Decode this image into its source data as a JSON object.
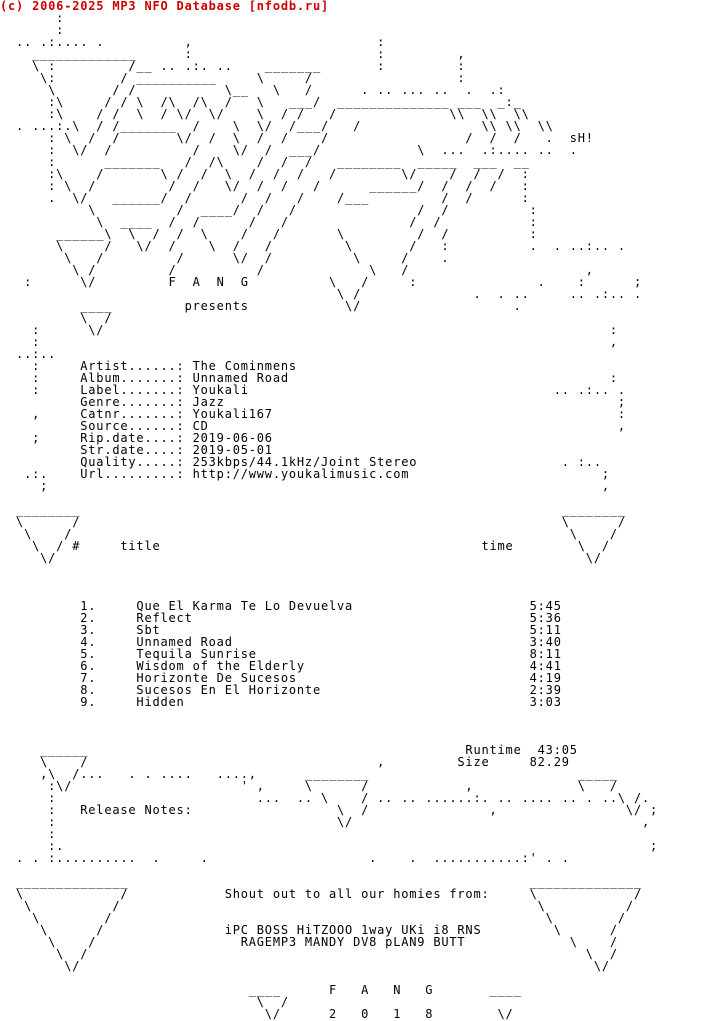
{
  "banner": "(c) 2006-2025 MP3 NFO Database [nfodb.ru]",
  "nfo_lines": [
    "       :",
    "       :",
    "  .. .:.... .          ,                       :",
    "    _____________      :                       :         ,",
    "    \\ :         /__ .. .:. ..    _______       :         :",
    "     \\:        / __________     \\     /                  :",
    "      \\       / /           \\__   \\   /      . .. ... ..  .  .:",
    "      :\\     / / \\  /\\  /\\  /   \\   ___/  ______________ ___  _:_",
    "      :\\    / /  \\  / \\/  \\/    \\  / /   /              \\\\  \\\\  \\\\",
    "  . ...:.\\  / /_______  /    \\  \\/  /___/   /               \\\\ \\\\  \\\\",
    "      : \\  /  /       \\/  /  \\  /  /    /                 /  /  /   .  sH!",
    "      :  \\/  /          /    \\/  /  ___/            \\  ...  .:.... ..  .",
    "      :      _______   /  /\\    /  /  /   ________  _____  ___  __",
    "      :\\    /       \\ /  /  \\  /  /  /   /        \\/    /  /  /  :",
    "      : \\  /         /  /   \\/  /  /   /      ______/  /  /  /   :",
    "      .  \\/   ______/  /      /  /   /    /___         /  /      :",
    "           \\          /  ____/  /   /               /  /          :",
    "            \\  ____  /  /      /   /               /  /           :",
    "       ______\\  \\  /  /  \\    /   /       \\         /  /          :",
    "       \\     /   \\/  /    \\  /   /         \\       /   :          .  . ..:.. .",
    "        \\   /         /      \\/  /          \\     /    .",
    "         \\ /         /          /             \\   /                      ,",
    "   :      \\/         F  A  N  G          \\   /     :               .    :      ;",
    "                                          \\ /              .  . ..     .. .:.. .",
    "          ____         presents            \\/                   .",
    "          \\  /",
    "    :      \\/                                                               :",
    "    :                                                                       ,",
    "  ..:..",
    "    :     Artist......: The Cominmens",
    "    :     Album.......: Unnamed Road                                        :",
    "    :     Label.......: Youkali                                      .. .:.. .",
    "          Genre.......: Jazz                                                 ;",
    "    ,     Catnr.......: Youkali167                                           :",
    "          Source......: CD                                                   ,",
    "    ;     Rip.date....: 2019-06-06",
    "          Str.date....: 2019-05-01",
    "          Quality.....: 253kbps/44.1kHz/Joint Stereo                  . :..",
    "   .:.    Url.........: http://www.youkalimusic.com                        ;",
    "     ;                                                                     ,",
    "",
    "  ________                                                            ________",
    "  \\      /                                                            \\      /",
    "   \\    /                                                              \\    /",
    "    \\  / #     title                                        time        \\  /",
    "     \\/                                                                  \\/",
    "",
    "",
    "",
    "          1.     Que El Karma Te Lo Devuelva                      5:45",
    "          2.     Reflect                                          5:36",
    "          3.     Sbt                                              5:11",
    "          4.     Unnamed Road                                     3:40",
    "          5.     Tequila Sunrise                                  8:11",
    "          6.     Wisdom of the Elderly                            4:41",
    "          7.     Horizonte De Sucesos                             4:19",
    "          8.     Sucesos En El Horizonte                          2:39",
    "          9.     Hidden                                           3:03",
    "",
    "",
    "",
    "     ______                                               Runtime  43:05",
    "     \\    /                                    ,         Size     82.29",
    "     ,\\  /...   . . ....   ....,      ________                          _____",
    "      :\\/                     ' ,     \\      /            ,             \\   /",
    "      :                         ...  .. \\    / .. .. ......:. .. .... .. . ..\\ /.",
    "      :   Release Notes:                  \\  /               ,                \\/ ;",
    "      :                                   \\/                                    ,",
    "      :",
    "      :.                                                                         ;",
    "  . . :..........  .     .                    .    .  ...........:' . .",
    "",
    "  ______________                                                  ______________",
    "  \\            /            Shout out to all our homies from:     \\            /",
    "   \\          /                                                    \\          /",
    "    \\        /                                                      \\        /",
    "     \\      /               iPC BOSS HiTZOOO 1way UKi i8 RNS         \\      /",
    "      \\    /                  RAGEMP3 MANDY DV8 pLAN9 BUTT             \\    /",
    "       \\  /                                                              \\  /",
    "        \\/                                                                \\/",
    "",
    "                               ____      F   A   N   G       ____",
    "                                \\  /",
    "                                 \\/      2   0   1   8        \\/"
  ]
}
